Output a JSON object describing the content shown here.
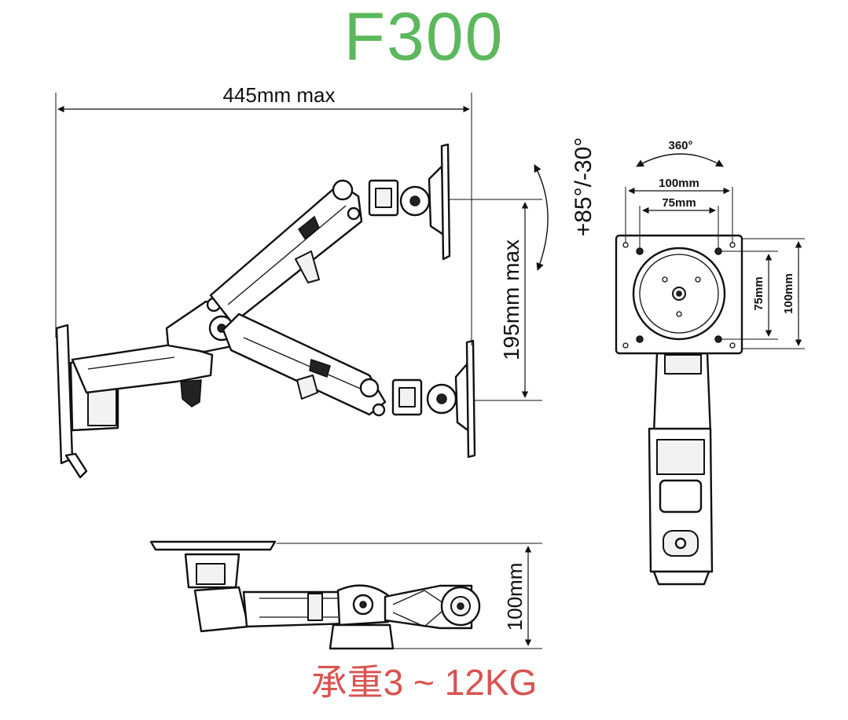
{
  "title": "F300",
  "capacity": "承重3 ~ 12KG",
  "dimensions": {
    "width": "445mm max",
    "tilt": "+85°/-30°",
    "height": "195mm max",
    "depth": "100mm",
    "rotation": "360°",
    "vesa_outer_h": "100mm",
    "vesa_inner_h": "75mm",
    "vesa_inner_v": "75mm",
    "vesa_outer_v": "100mm"
  },
  "colors": {
    "title": "#5cb85c",
    "capacity": "#d9534f",
    "line": "#111111"
  }
}
